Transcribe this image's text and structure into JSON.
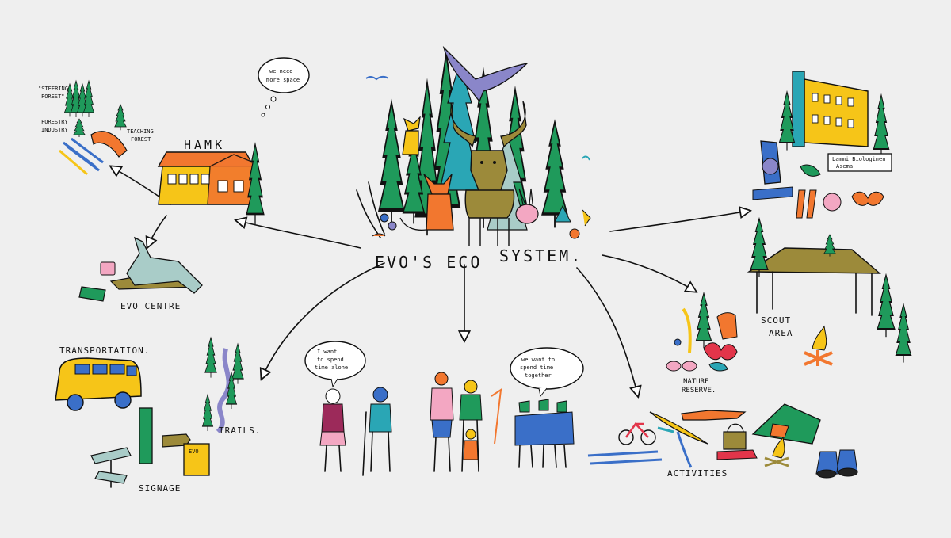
{
  "title": {
    "line1": "EVO'S ECO",
    "line2": "SYSTEM."
  },
  "nodes": {
    "hamk": {
      "sign": "HAMK",
      "bubble": [
        "we need",
        "more space"
      ]
    },
    "forest": {
      "steering": [
        "\"STEERING",
        "FOREST\""
      ],
      "industry": [
        "FORESTRY",
        "INDUSTRY"
      ],
      "teaching": [
        "TEACHING",
        "FOREST"
      ]
    },
    "evo_centre": {
      "label": "EVO CENTRE"
    },
    "lammi": {
      "sign": [
        "Lammi Biologinen",
        "Asema"
      ]
    },
    "scout": {
      "label": [
        "SCOUT",
        "AREA"
      ]
    },
    "nature": {
      "label": [
        "NATURE",
        "RESERVE."
      ]
    },
    "transport": {
      "label": "TRANSPORTATION."
    },
    "trails": {
      "label": "TRAILS."
    },
    "signage": {
      "label": "SIGNAGE",
      "sign": [
        "EVO"
      ]
    },
    "alone": {
      "bubble": [
        "I want",
        "to spend",
        "time alone"
      ]
    },
    "together": {
      "bubble": [
        "we want to",
        "spend time",
        "together"
      ]
    },
    "activities": {
      "label": "ACTIVITIES"
    }
  },
  "colors": {
    "tree": "#1f9a5b",
    "teal": "#2aa6b5",
    "moose": "#9c8a3a",
    "yellow": "#f6c518",
    "orange": "#f2772f",
    "blue": "#3a6fc8",
    "purple": "#8a86c9"
  }
}
